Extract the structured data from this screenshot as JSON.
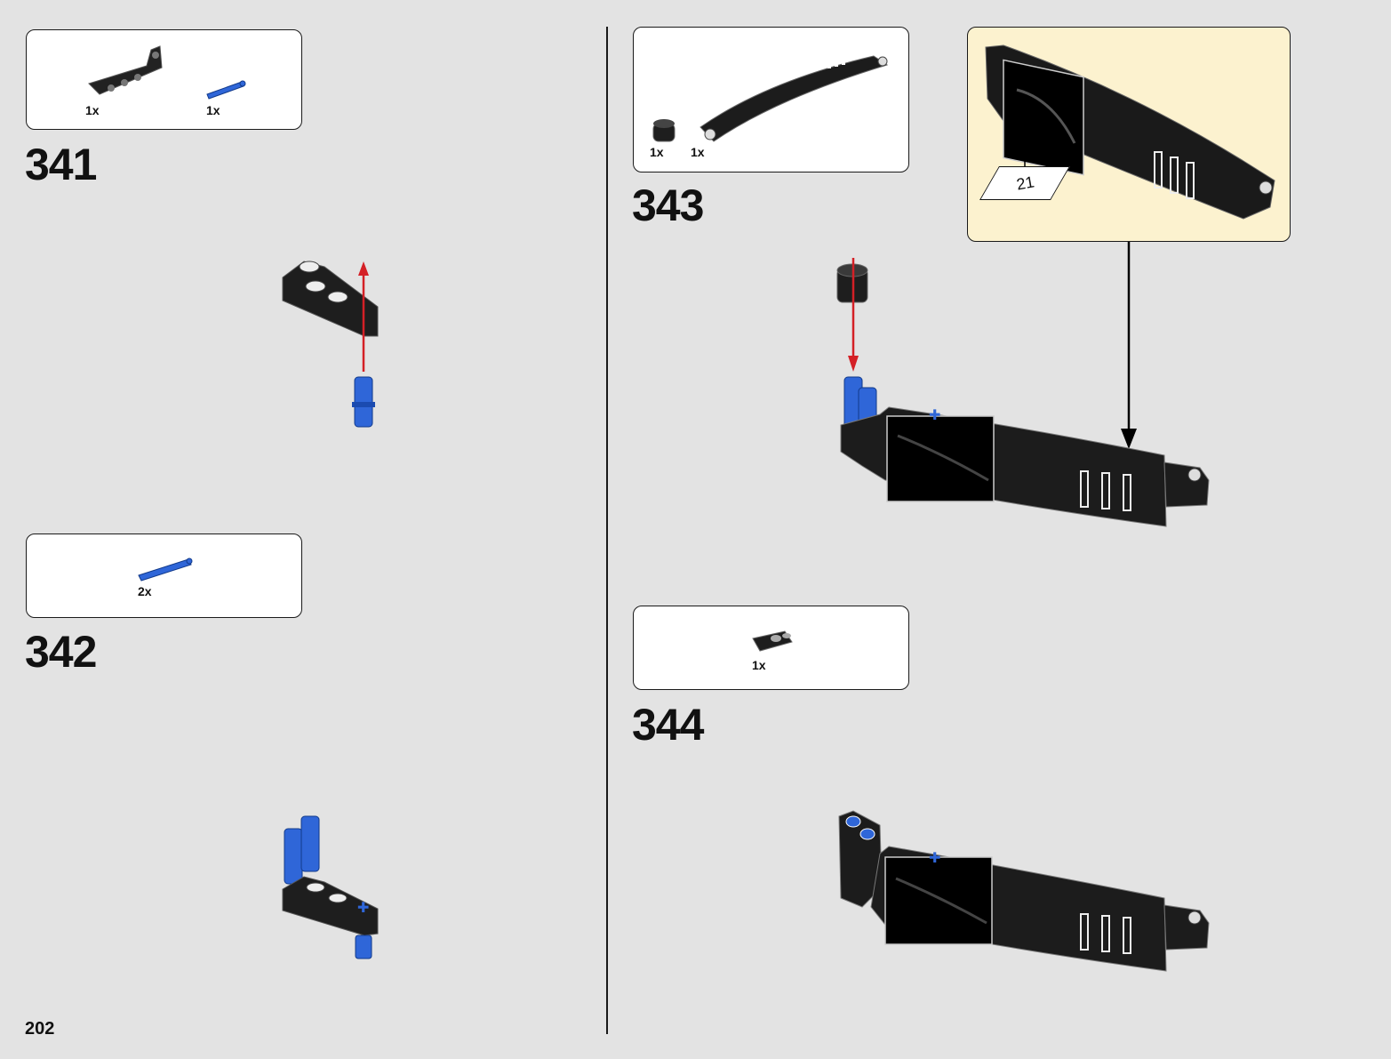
{
  "page": {
    "number": "202"
  },
  "steps": [
    {
      "number": "341",
      "parts": [
        {
          "qty": "1x",
          "icon": "l-liftarm-icon"
        },
        {
          "qty": "1x",
          "icon": "blue-axle-pin-icon"
        }
      ]
    },
    {
      "number": "342",
      "parts": [
        {
          "qty": "2x",
          "icon": "blue-axle-pin-icon"
        }
      ]
    },
    {
      "number": "343",
      "parts": [
        {
          "qty": "1x",
          "icon": "bush-icon"
        },
        {
          "qty": "1x",
          "icon": "curved-panel-icon"
        }
      ],
      "sticker": "21"
    },
    {
      "number": "344",
      "parts": [
        {
          "qty": "1x",
          "icon": "double-hole-connector-icon"
        }
      ]
    }
  ],
  "colors": {
    "panel": "#1c1c1c",
    "pin": "#2f66d8",
    "arrow": "#d42026",
    "callout": "#fcf2cf",
    "background": "#e3e3e3"
  }
}
